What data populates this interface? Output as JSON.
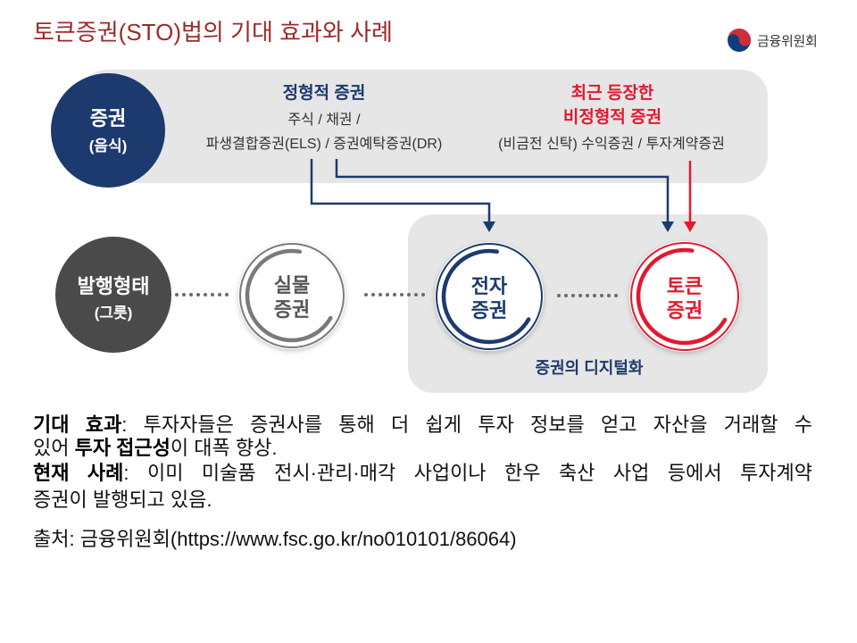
{
  "title": "토큰증권(STO)법의 기대 효과와 사례",
  "logo": {
    "icon": "government-taegeuk-icon",
    "org_name": "금융위원회"
  },
  "colors": {
    "title": "#9d2a2b",
    "navy": "#1c3a6e",
    "red": "#e1192f",
    "band": "#e6e6e6",
    "dark_circle": "#4a4a4a",
    "gray_ring": "#7a7a7a"
  },
  "diagram": {
    "securities": {
      "label": "증권",
      "sub": "(음식)"
    },
    "standard": {
      "heading": "정형적 증권",
      "line1": "주식 / 채권 /",
      "line2": "파생결합증권(ELS) / 증권예탁증권(DR)"
    },
    "atypical": {
      "heading1": "최근 등장한",
      "heading2": "비정형적 증권",
      "line1": "(비금전 신탁) 수익증권 / 투자계약증권"
    },
    "issuance": {
      "label": "발행형태",
      "sub": "(그릇)"
    },
    "stages": [
      {
        "line1": "실물",
        "line2": "증권"
      },
      {
        "line1": "전자",
        "line2": "증권"
      },
      {
        "line1": "토큰",
        "line2": "증권"
      }
    ],
    "digitization_label": "증권의 디지털화"
  },
  "body": {
    "effect": {
      "label": "기대 효과",
      "text1": ": 투자자들은 증권사를 통해 더 쉽게 투자 정보를 얻고 자산을 거래할 수",
      "text2": "있어 ",
      "bold": "투자 접근성",
      "text3": "이 대폭 향상."
    },
    "case": {
      "label": "현재 사례",
      "text1": ": 이미 미술품 전시·관리·매각 사업이나 한우 축산 사업 등에서 투자계약",
      "text2": "증권이 발행되고 있음."
    },
    "source": "출처: 금융위원회(https://www.fsc.go.kr/no010101/86064)"
  }
}
